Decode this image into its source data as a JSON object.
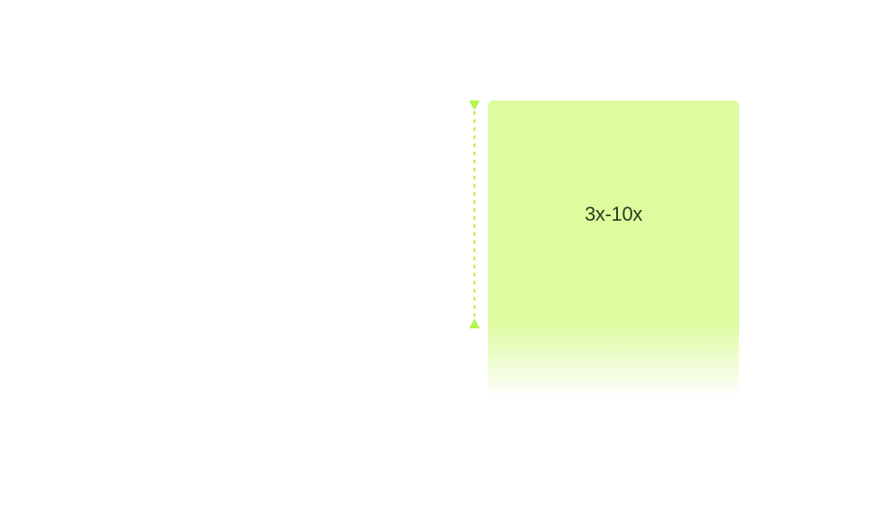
{
  "block": {
    "label": "3x-10x",
    "fill_color": "#ddfc9e",
    "text_color": "#2e3a22"
  },
  "dimension_marker": {
    "color": "#b5f44a",
    "style": "dashed",
    "arrowheads": "both-ends"
  }
}
